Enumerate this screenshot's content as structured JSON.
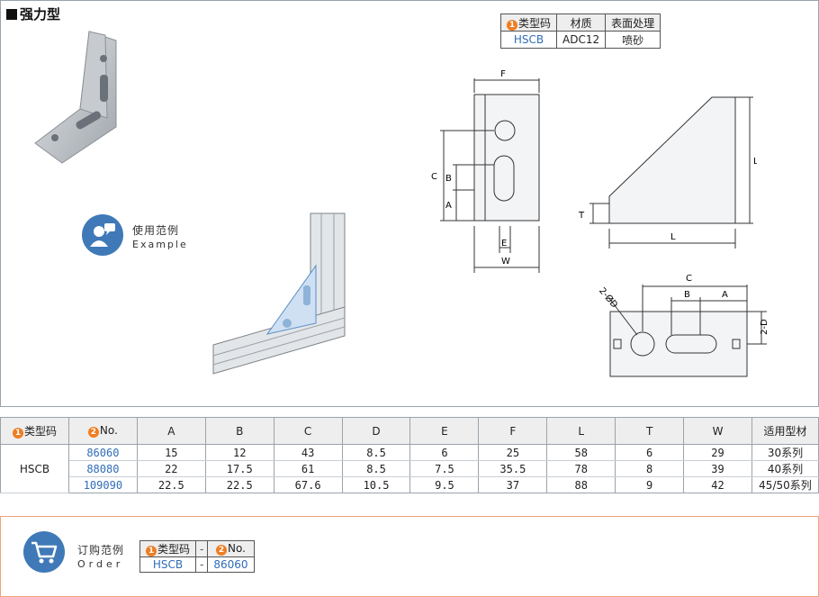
{
  "page_title": "强力型",
  "material_table": {
    "headers": [
      "类型码",
      "材质",
      "表面处理"
    ],
    "header_badge": "1",
    "row": [
      "HSCB",
      "ADC12",
      "喷砂"
    ]
  },
  "usage_example": {
    "cn": "使用范例",
    "en": "Example"
  },
  "drawing_labels": {
    "F": "F",
    "C": "C",
    "B": "B",
    "A": "A",
    "E": "E",
    "W": "W",
    "L": "L",
    "T": "T",
    "D2": "2-ØD",
    "D2b": "2-D"
  },
  "spec_table": {
    "headers": [
      "类型码",
      "No.",
      "A",
      "B",
      "C",
      "D",
      "E",
      "F",
      "L",
      "T",
      "W",
      "适用型材"
    ],
    "badges": [
      "1",
      "2"
    ],
    "type_code": "HSCB",
    "rows": [
      [
        "86060",
        "15",
        "12",
        "43",
        "8.5",
        "6",
        "25",
        "58",
        "6",
        "29",
        "30系列"
      ],
      [
        "88080",
        "22",
        "17.5",
        "61",
        "8.5",
        "7.5",
        "35.5",
        "78",
        "8",
        "39",
        "40系列"
      ],
      [
        "109090",
        "22.5",
        "22.5",
        "67.6",
        "10.5",
        "9.5",
        "37",
        "88",
        "9",
        "42",
        "45/50系列"
      ]
    ]
  },
  "order": {
    "cn": "订购范例",
    "en": "Order",
    "headers": [
      "类型码",
      "-",
      "No."
    ],
    "badges": [
      "1",
      "2"
    ],
    "values": [
      "HSCB",
      "-",
      "86060"
    ]
  },
  "colors": {
    "accent": "#3f79b8",
    "badge": "#ef7d22",
    "code_text": "#2f6db6"
  }
}
